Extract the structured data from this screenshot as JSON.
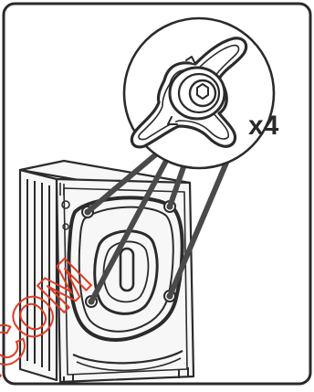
{
  "illustration": {
    "subject": "washing-machine-rear-transit-bolts",
    "quantity_label": "x4",
    "watermark_text": ".COM",
    "colors": {
      "outline": "#2b2b2b",
      "fill_light": "#f7f7f7",
      "watermark": "#e23b24",
      "background": "#ffffff"
    }
  }
}
